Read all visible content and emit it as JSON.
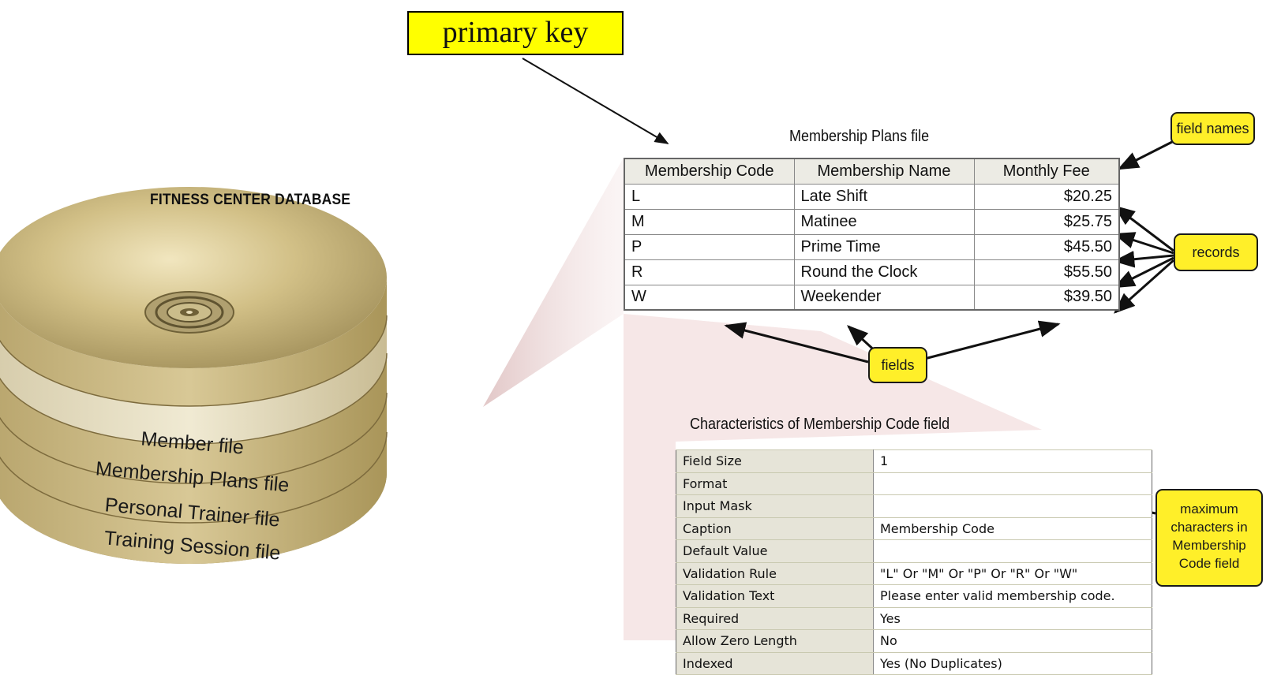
{
  "annotation": {
    "primary_key": "primary key"
  },
  "database": {
    "title": "FITNESS CENTER DATABASE",
    "files": [
      "Member file",
      "Membership Plans file",
      "Personal Trainer file",
      "Training Session file"
    ]
  },
  "plans_table": {
    "title": "Membership Plans file",
    "columns": [
      "Membership Code",
      "Membership Name",
      "Monthly Fee"
    ],
    "rows": [
      [
        "L",
        "Late Shift",
        "$20.25"
      ],
      [
        "M",
        "Matinee",
        "$25.75"
      ],
      [
        "P",
        "Prime Time",
        "$45.50"
      ],
      [
        "R",
        "Round the Clock",
        "$55.50"
      ],
      [
        "W",
        "Weekender",
        "$39.50"
      ]
    ]
  },
  "properties": {
    "title": "Characteristics of Membership Code field",
    "rows": [
      [
        "Field Size",
        "1"
      ],
      [
        "Format",
        ""
      ],
      [
        "Input Mask",
        ""
      ],
      [
        "Caption",
        "Membership Code"
      ],
      [
        "Default Value",
        ""
      ],
      [
        "Validation Rule",
        "\"L\" Or \"M\" Or \"P\" Or \"R\" Or \"W\""
      ],
      [
        "Validation Text",
        "Please enter valid membership code."
      ],
      [
        "Required",
        "Yes"
      ],
      [
        "Allow Zero Length",
        "No"
      ],
      [
        "Indexed",
        "Yes (No Duplicates)"
      ]
    ]
  },
  "callouts": {
    "field_names": "field names",
    "records": "records",
    "fields": "fields",
    "max_chars": "maximum characters in Membership Code field"
  },
  "colors": {
    "callout_fill": "#ffef29",
    "primary_key_fill": "#ffff00",
    "disk_gold": "#c9b57a"
  }
}
